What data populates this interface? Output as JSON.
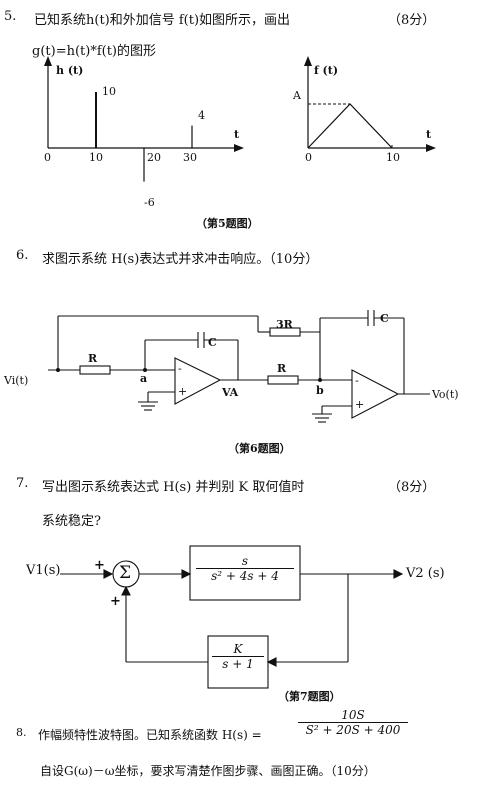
{
  "q5": {
    "num": "5.",
    "text": "已知系统h(t)和外加信号 f(t)如图所示，画出",
    "score": "（8分）",
    "line2": "g(t)=h(t)*f(t)的图形",
    "caption": "（第5题图）",
    "h": {
      "label": "h (t)",
      "t_label": "t",
      "ticks": [
        "0",
        "10",
        "20",
        "30"
      ],
      "impulses": [
        {
          "t": 10,
          "value": 10,
          "label": "10"
        },
        {
          "t": 20,
          "value": -6,
          "label": "-6"
        },
        {
          "t": 30,
          "value": 4,
          "label": "4"
        }
      ]
    },
    "f": {
      "label": "f (t)",
      "t_label": "t",
      "amp_label": "A",
      "ticks": [
        "0",
        "10"
      ],
      "points": [
        [
          0,
          0
        ],
        [
          5,
          1
        ],
        [
          10,
          0
        ]
      ]
    }
  },
  "q6": {
    "num": "6.",
    "text": "求图示系统 H(s)表达式并求冲击响应。（10分）",
    "caption": "（第6题图）",
    "labels": {
      "vin": "Vi(t)",
      "vout": "Vo(t)",
      "r1": "R",
      "r2": "R",
      "r3": "3R",
      "c1": "C",
      "c2": "C",
      "node_a": "a",
      "node_b": "b",
      "va": "VA",
      "minus": "-",
      "plus": "+"
    }
  },
  "q7": {
    "num": "7.",
    "text": "写出图示系统表达式 H(s) 并判别 K 取何值时",
    "score": "（8分）",
    "line2": "系统稳定?",
    "caption": "（第7题图）",
    "v1": "V1(s)",
    "v2": "V2 (s)",
    "plus": "+",
    "plus2": "+",
    "sum": "Σ",
    "fwd_num": "s",
    "fwd_den": "s² + 4s + 4",
    "fb_num": "K",
    "fb_den": "s + 1"
  },
  "q8": {
    "num": "8.",
    "text": "作幅频特性波特图。已知系统函数 H(s) =",
    "hs_num": "10S",
    "hs_den": "S² + 20S + 400",
    "line2": "自设G(ω)－ω坐标，要求写清楚作图步骤、画图正确。（10分）"
  }
}
